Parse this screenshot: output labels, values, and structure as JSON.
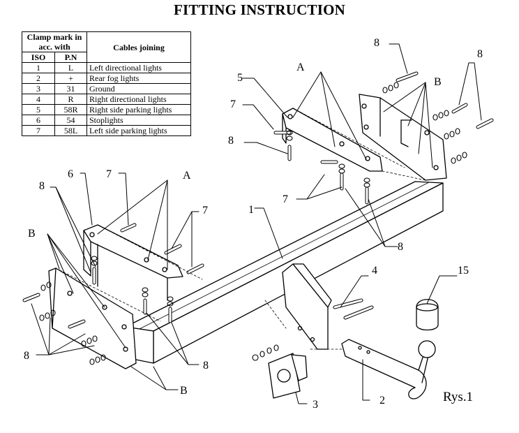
{
  "title": "FITTING INSTRUCTION",
  "table": {
    "header_clamp": "Clamp mark in acc. with",
    "header_cables": "Cables joining",
    "col_iso": "ISO",
    "col_pn": "P.N",
    "rows": [
      {
        "iso": "1",
        "pn": "L",
        "name": "Left directional lights"
      },
      {
        "iso": "2",
        "pn": "+",
        "name": "Rear fog lights"
      },
      {
        "iso": "3",
        "pn": "31",
        "name": "Ground"
      },
      {
        "iso": "4",
        "pn": "R",
        "name": "Right directional lights"
      },
      {
        "iso": "5",
        "pn": "58R",
        "name": "Right side parking lights"
      },
      {
        "iso": "6",
        "pn": "54",
        "name": "Stoplights"
      },
      {
        "iso": "7",
        "pn": "58L",
        "name": "Left side parking lights"
      }
    ]
  },
  "labels": {
    "one": "1",
    "two": "2",
    "three": "3",
    "four": "4",
    "five": "5",
    "six": "6",
    "seven": "7",
    "eight": "8",
    "fifteen": "15",
    "a": "A",
    "b": "B"
  },
  "figure_caption": "Rys.1"
}
